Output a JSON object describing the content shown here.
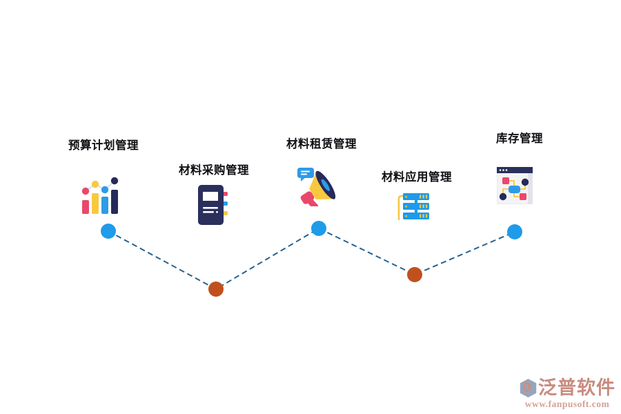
{
  "page": {
    "background": "#ffffff",
    "type": "process-flow-infographic"
  },
  "stations": [
    {
      "label": "预算计划管理",
      "icon": "bar-chart-icon",
      "node_color": "#1e9be9",
      "node_position": "high"
    },
    {
      "label": "材料采购管理",
      "icon": "notebook-icon",
      "node_color": "#c0511f",
      "node_position": "low"
    },
    {
      "label": "材料租赁管理",
      "icon": "megaphone-icon",
      "node_color": "#1e9be9",
      "node_position": "high"
    },
    {
      "label": "材料应用管理",
      "icon": "server-stack-icon",
      "node_color": "#c0511f",
      "node_position": "low"
    },
    {
      "label": "库存管理",
      "icon": "browser-flowchart-icon",
      "node_color": "#1e9be9",
      "node_position": "high"
    }
  ],
  "connector": {
    "style": "dashed",
    "color": "#25618f"
  },
  "colors": {
    "accent_pink": "#e9486b",
    "accent_yellow": "#f9c841",
    "accent_blue": "#2e9be8",
    "accent_navy": "#252a5a",
    "node_blue": "#1e9be9",
    "node_orange": "#c0511f",
    "label_text": "#0f0f14",
    "watermark_brand": "#c98b80",
    "watermark_url": "#d6a096"
  },
  "watermark": {
    "brand": "泛普软件",
    "url": "www.fanpusoft.com"
  }
}
